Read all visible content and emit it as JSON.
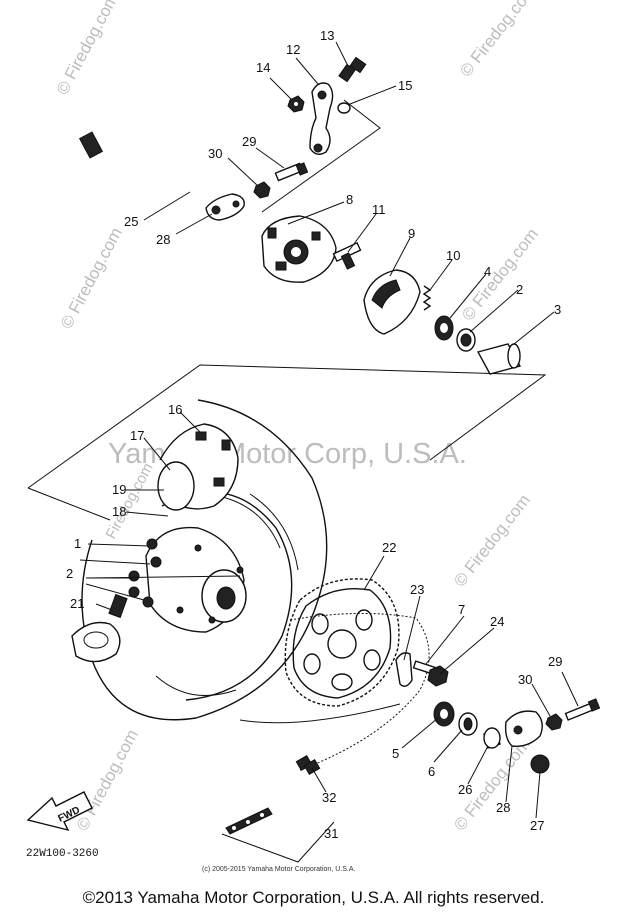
{
  "watermarks": {
    "center": "Yamaha Motor Corp, U.S.A.",
    "site": "© Firedog.com",
    "site_short": "Firedog.com"
  },
  "diagram_code": "22W100-3260",
  "fwd_label": "FWD",
  "small_copyright": "(c) 2005-2015 Yamaha Motor Corporation, U.S.A.",
  "footer": "©2013 Yamaha Motor Corporation, U.S.A. All rights reserved.",
  "part_labels": {
    "p1": "1",
    "p2": "2",
    "p2b": "2",
    "p3": "3",
    "p4": "4",
    "p5": "5",
    "p6": "6",
    "p7": "7",
    "p8": "8",
    "p9": "9",
    "p10": "10",
    "p11": "11",
    "p12": "12",
    "p13": "13",
    "p14": "14",
    "p15": "15",
    "p16": "16",
    "p17": "17",
    "p18": "18",
    "p19": "19",
    "p21": "21",
    "p22": "22",
    "p23": "23",
    "p24": "24",
    "p25": "25",
    "p26": "26",
    "p27": "27",
    "p28": "28",
    "p28b": "28",
    "p29": "29",
    "p29b": "29",
    "p30": "30",
    "p30b": "30",
    "p31": "31",
    "p32": "32"
  }
}
